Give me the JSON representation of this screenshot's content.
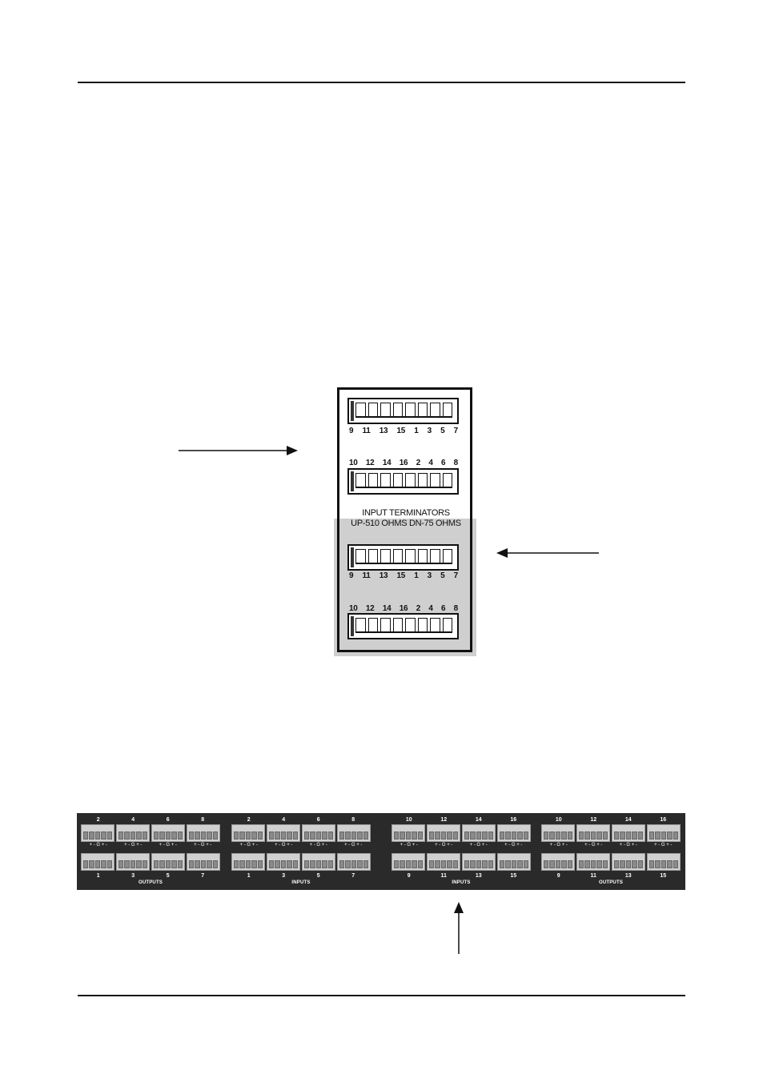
{
  "dip_panel": {
    "top_odd": [
      "9",
      "11",
      "13",
      "15",
      "1",
      "3",
      "5",
      "7"
    ],
    "top_even": [
      "10",
      "12",
      "14",
      "16",
      "2",
      "4",
      "6",
      "8"
    ],
    "caption_line1": "INPUT TERMINATORS",
    "caption_line2": "UP-510 OHMS DN-75 OHMS",
    "bottom_odd": [
      "9",
      "11",
      "13",
      "15",
      "1",
      "3",
      "5",
      "7"
    ],
    "bottom_even": [
      "10",
      "12",
      "14",
      "16",
      "2",
      "4",
      "6",
      "8"
    ]
  },
  "strip": {
    "groups": [
      {
        "label": "OUTPUTS",
        "top": [
          "2",
          "4",
          "6",
          "8"
        ],
        "bottom": [
          "1",
          "3",
          "5",
          "7"
        ]
      },
      {
        "label": "INPUTS",
        "top": [
          "2",
          "4",
          "6",
          "8"
        ],
        "bottom": [
          "1",
          "3",
          "5",
          "7"
        ]
      },
      {
        "label": "INPUTS",
        "top": [
          "10",
          "12",
          "14",
          "16"
        ],
        "bottom": [
          "9",
          "11",
          "13",
          "15"
        ]
      },
      {
        "label": "OUTPUTS",
        "top": [
          "10",
          "12",
          "14",
          "16"
        ],
        "bottom": [
          "9",
          "11",
          "13",
          "15"
        ]
      }
    ],
    "polarity": "+ - G + -"
  }
}
